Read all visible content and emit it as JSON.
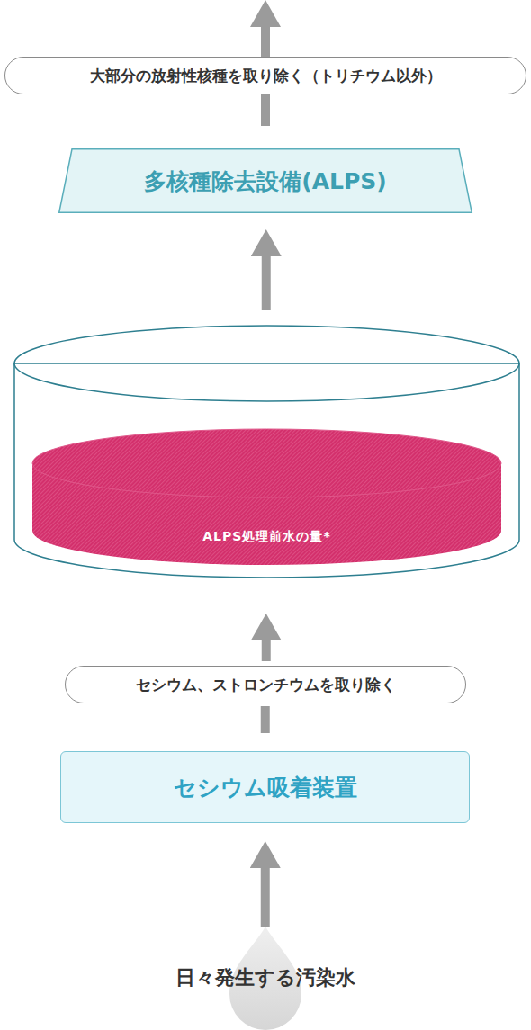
{
  "diagram": {
    "nodes": [
      {
        "text": [
          "大部分の放射性核種を取り除く（トリチウム以外）"
        ]
      },
      {
        "text": [
          "多核種除去設備(ALPS)"
        ]
      },
      {
        "text": [
          "ALPS処理前水の量*"
        ]
      },
      {
        "text": [
          "セシウム、ストロンチウムを取り除く"
        ]
      },
      {
        "text": [
          "セシウム吸着装置"
        ]
      },
      {
        "text": [
          "日々発生する汚染水"
        ]
      }
    ],
    "edges": [
      {
        "from": 5,
        "to": 4,
        "arrow": "to"
      },
      {
        "from": 4,
        "to": 3,
        "arrow": "none"
      },
      {
        "from": 3,
        "to": 2,
        "arrow": "to"
      },
      {
        "from": 2,
        "to": 1,
        "arrow": "to"
      },
      {
        "from": 1,
        "to": 0,
        "arrow": "none"
      }
    ]
  }
}
